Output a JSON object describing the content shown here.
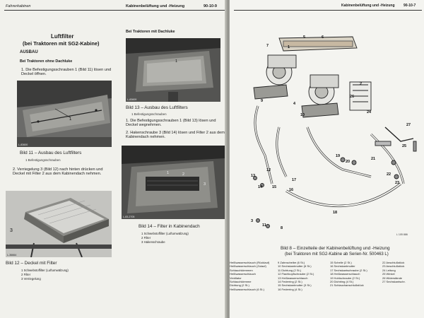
{
  "left": {
    "header_left": "Fahrerkabinen",
    "header_center": "Kabinenbelüftung und -Heizung",
    "page_no": "90-10-9",
    "title_1": "Luftfilter",
    "title_2": "(bei Traktoren mit SG2-Kabine)",
    "section": "AUSBAU",
    "sub_1": "Bei Traktoren ohne Dachluke",
    "step_1": "1. Die Befestigungsschrauben 1 (Bild 11) lösen und Deckel öffnen.",
    "fig11_code": "L-83600",
    "fig11_cap": "Bild 11 – Ausbau des Luftfilters",
    "fig11_item": "1 Befestigungsschrauben",
    "step_2": "2. Verriegelung 3 (Bild 12) nach hinten drücken und Deckel mit Filter 2 aus dem Kabinendach nehmen.",
    "fig12_code": "L-36664",
    "fig12_cap": "Bild 12 – Deckel mit Filter",
    "fig12_items": [
      "1  Schwebstoffilter (Luftumwälzung)",
      "2  Filter",
      "3  Verriegelung"
    ],
    "sub_2": "Bei Traktoren mit Dachluke",
    "fig13_code": "L-83609",
    "fig13_cap": "Bild 13 – Ausbau des Luftfilters",
    "fig13_item": "1 Befestigungsschrauben",
    "step_3": "1. Die Befestigungsschrauben 1 (Bild 13) lösen und Deckel wegnehmen.",
    "step_4": "2. Hakenschraube 3 (Bild 14) lösen und Filter 2 aus dem Kabinendach nehmen.",
    "fig14_code": "L-83-2705",
    "fig14_cap": "Bild 14 – Filter in Kabinendach",
    "fig14_items": [
      "1  Schwebstoffilter (Luftumwälzung)",
      "2  Filter",
      "3  Hakenschraube"
    ]
  },
  "right": {
    "header_center": "Kabinenbelüftung und -Heizung",
    "page_no": "90-10-7",
    "fig8_cap_1": "Bild 8 – Einzelteile der Kabinenbelüftung und -Heizung",
    "fig8_cap_2": "(bei Traktoren mit SG2-Kabine ab Serien-Nr. 500463 L)",
    "fig8_code": "L 105 886",
    "callouts": [
      "1",
      "2",
      "3",
      "4",
      "5",
      "6",
      "7",
      "8",
      "9",
      "10",
      "11",
      "12",
      "13",
      "14",
      "15",
      "16",
      "17",
      "18",
      "19",
      "20",
      "21",
      "22",
      "23",
      "24",
      "25",
      "26",
      "27"
    ],
    "legend_col1": [
      "Heißwasserschlauch (Rücklauf)",
      "Heißwasserschlauch (Zulauf)",
      "Schlauchklemmen",
      "Heißwasserschlauch",
      "Ventilator",
      "Schlauchklemme",
      "Dichtung (2 St.)",
      "Heißwasserschlauch (6 St.)"
    ],
    "legend_col2": [
      "9  Zahnscheibe (6 St.)",
      "10  Sechskantmutter (6 St.)",
      "11  Dichtung (2 St.)",
      "12  Flachkopfschraube (2 St.)",
      "13  Heißwasserschlauch",
      "14  Federring (2 St.)",
      "15  Sechskantmutter (3 St.)",
      "16  Federring (4 St.)"
    ],
    "legend_col3": [
      "15  Schelle (2 St.)",
      "16  Sechskantmutter",
      "17  Sechskantschraube (2 St.)",
      "18  Heißwasserschlauch",
      "19  Hohlschraube (2 St.)",
      "20  Dichtring (4 St.)",
      "21  Schlauchanschlußstück"
    ],
    "legend_col4": [
      "22  Anschlußstück",
      "23  Anschlußstück",
      "24  Leitung",
      "25  Winkel",
      "26  Widerstände",
      "27  Sechskantschr."
    ]
  },
  "colors": {
    "paper": "#f2f2ee",
    "photo": "#5a5a58",
    "background": "#2b2b2b"
  }
}
